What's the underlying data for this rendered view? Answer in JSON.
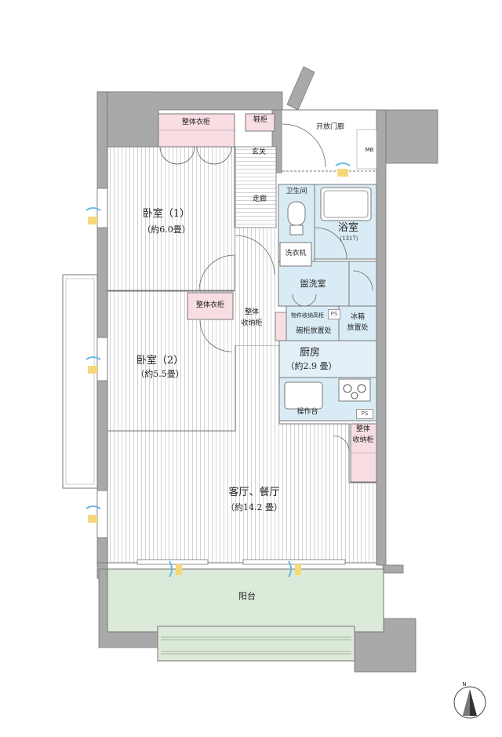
{
  "rooms": {
    "bedroom1_name": "卧室（1）",
    "bedroom1_size": "（約6.0畳）",
    "bedroom2_name": "卧室（2）",
    "bedroom2_size": "（約5.5畳）",
    "living_name": "客厅、餐厅",
    "living_size": "（約14.2 畳）",
    "kitchen_name": "厨房",
    "kitchen_size": "（約2.9 畳）",
    "bath_name": "浴室",
    "bath_size": "（1317）",
    "toilet": "卫生间",
    "washroom": "盥洗室",
    "corridor": "走廊",
    "entrance": "玄关",
    "open_corridor": "开放门廊",
    "balcony": "阳台"
  },
  "fixtures": {
    "closet_top": "整体衣柜",
    "closet_mid": "整体衣柜",
    "shoe_cabinet": "鞋柜",
    "storage_line1": "整体",
    "storage_line2": "收纳柜",
    "storage2_line1": "整体",
    "storage2_line2": "收纳柜",
    "washer": "洗衣机",
    "cupboard": "碗柜放置处",
    "cupboard_note": "物件收纳高柜",
    "fridge_line1": "冰箱",
    "fridge_line2": "放置处",
    "counter": "操作台",
    "ps1": "PS",
    "ps2": "PS",
    "mb": "MB"
  },
  "compass": {
    "north": "N"
  },
  "colors": {
    "wall": "#a9a9a9",
    "closet": "#f8dde3",
    "wet": "#d9ecf6",
    "balcony": "#dcebd9",
    "floor_line": "#bdbdbd"
  }
}
